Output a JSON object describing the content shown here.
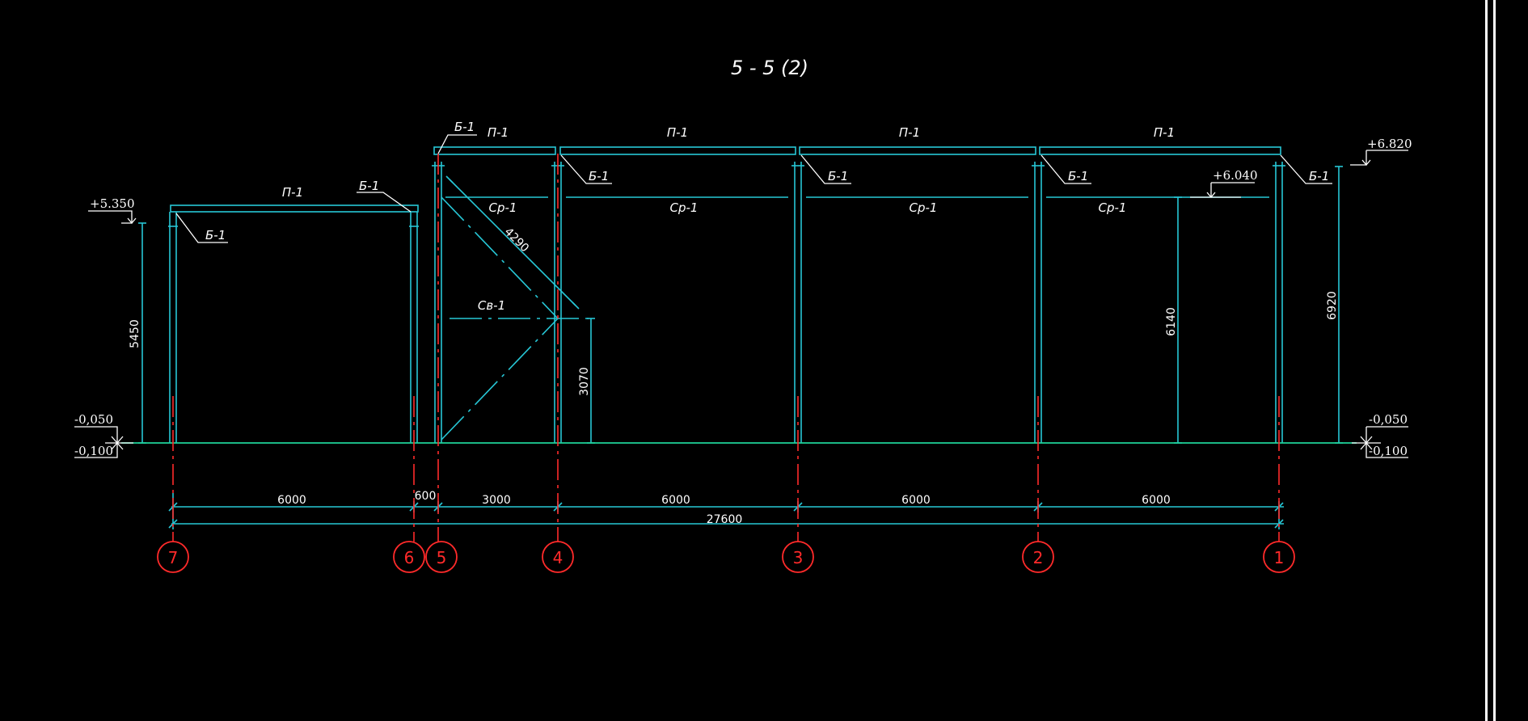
{
  "title": "5 - 5 (2)",
  "colors": {
    "background": "#000000",
    "structure": "#27c7d6",
    "axis": "#ff2a2a",
    "ground": "#1fd39a",
    "text": "#ffffff"
  },
  "labels": {
    "beam_p1": "П-1",
    "beam_b1": "Б-1",
    "strut_sr1": "Ср-1",
    "brace_sv1": "Св-1"
  },
  "elevations": {
    "left_top": "+5.350",
    "left_ground": "-0,050",
    "left_below": "-0,100",
    "right_top": "+6.820",
    "right_mid": "+6.040",
    "right_ground": "-0,050",
    "right_below": "-0,100"
  },
  "dimensions": {
    "h_left": "5450",
    "diag": "4290",
    "h_brace": "3070",
    "h_right_mid": "6140",
    "h_right": "6920",
    "span_7_6": "6000",
    "span_6_5": "600",
    "span_5_4": "3000",
    "span_4_3": "6000",
    "span_3_2": "6000",
    "span_2_1": "6000",
    "total": "27600"
  },
  "axes": [
    "7",
    "6",
    "5",
    "4",
    "3",
    "2",
    "1"
  ]
}
